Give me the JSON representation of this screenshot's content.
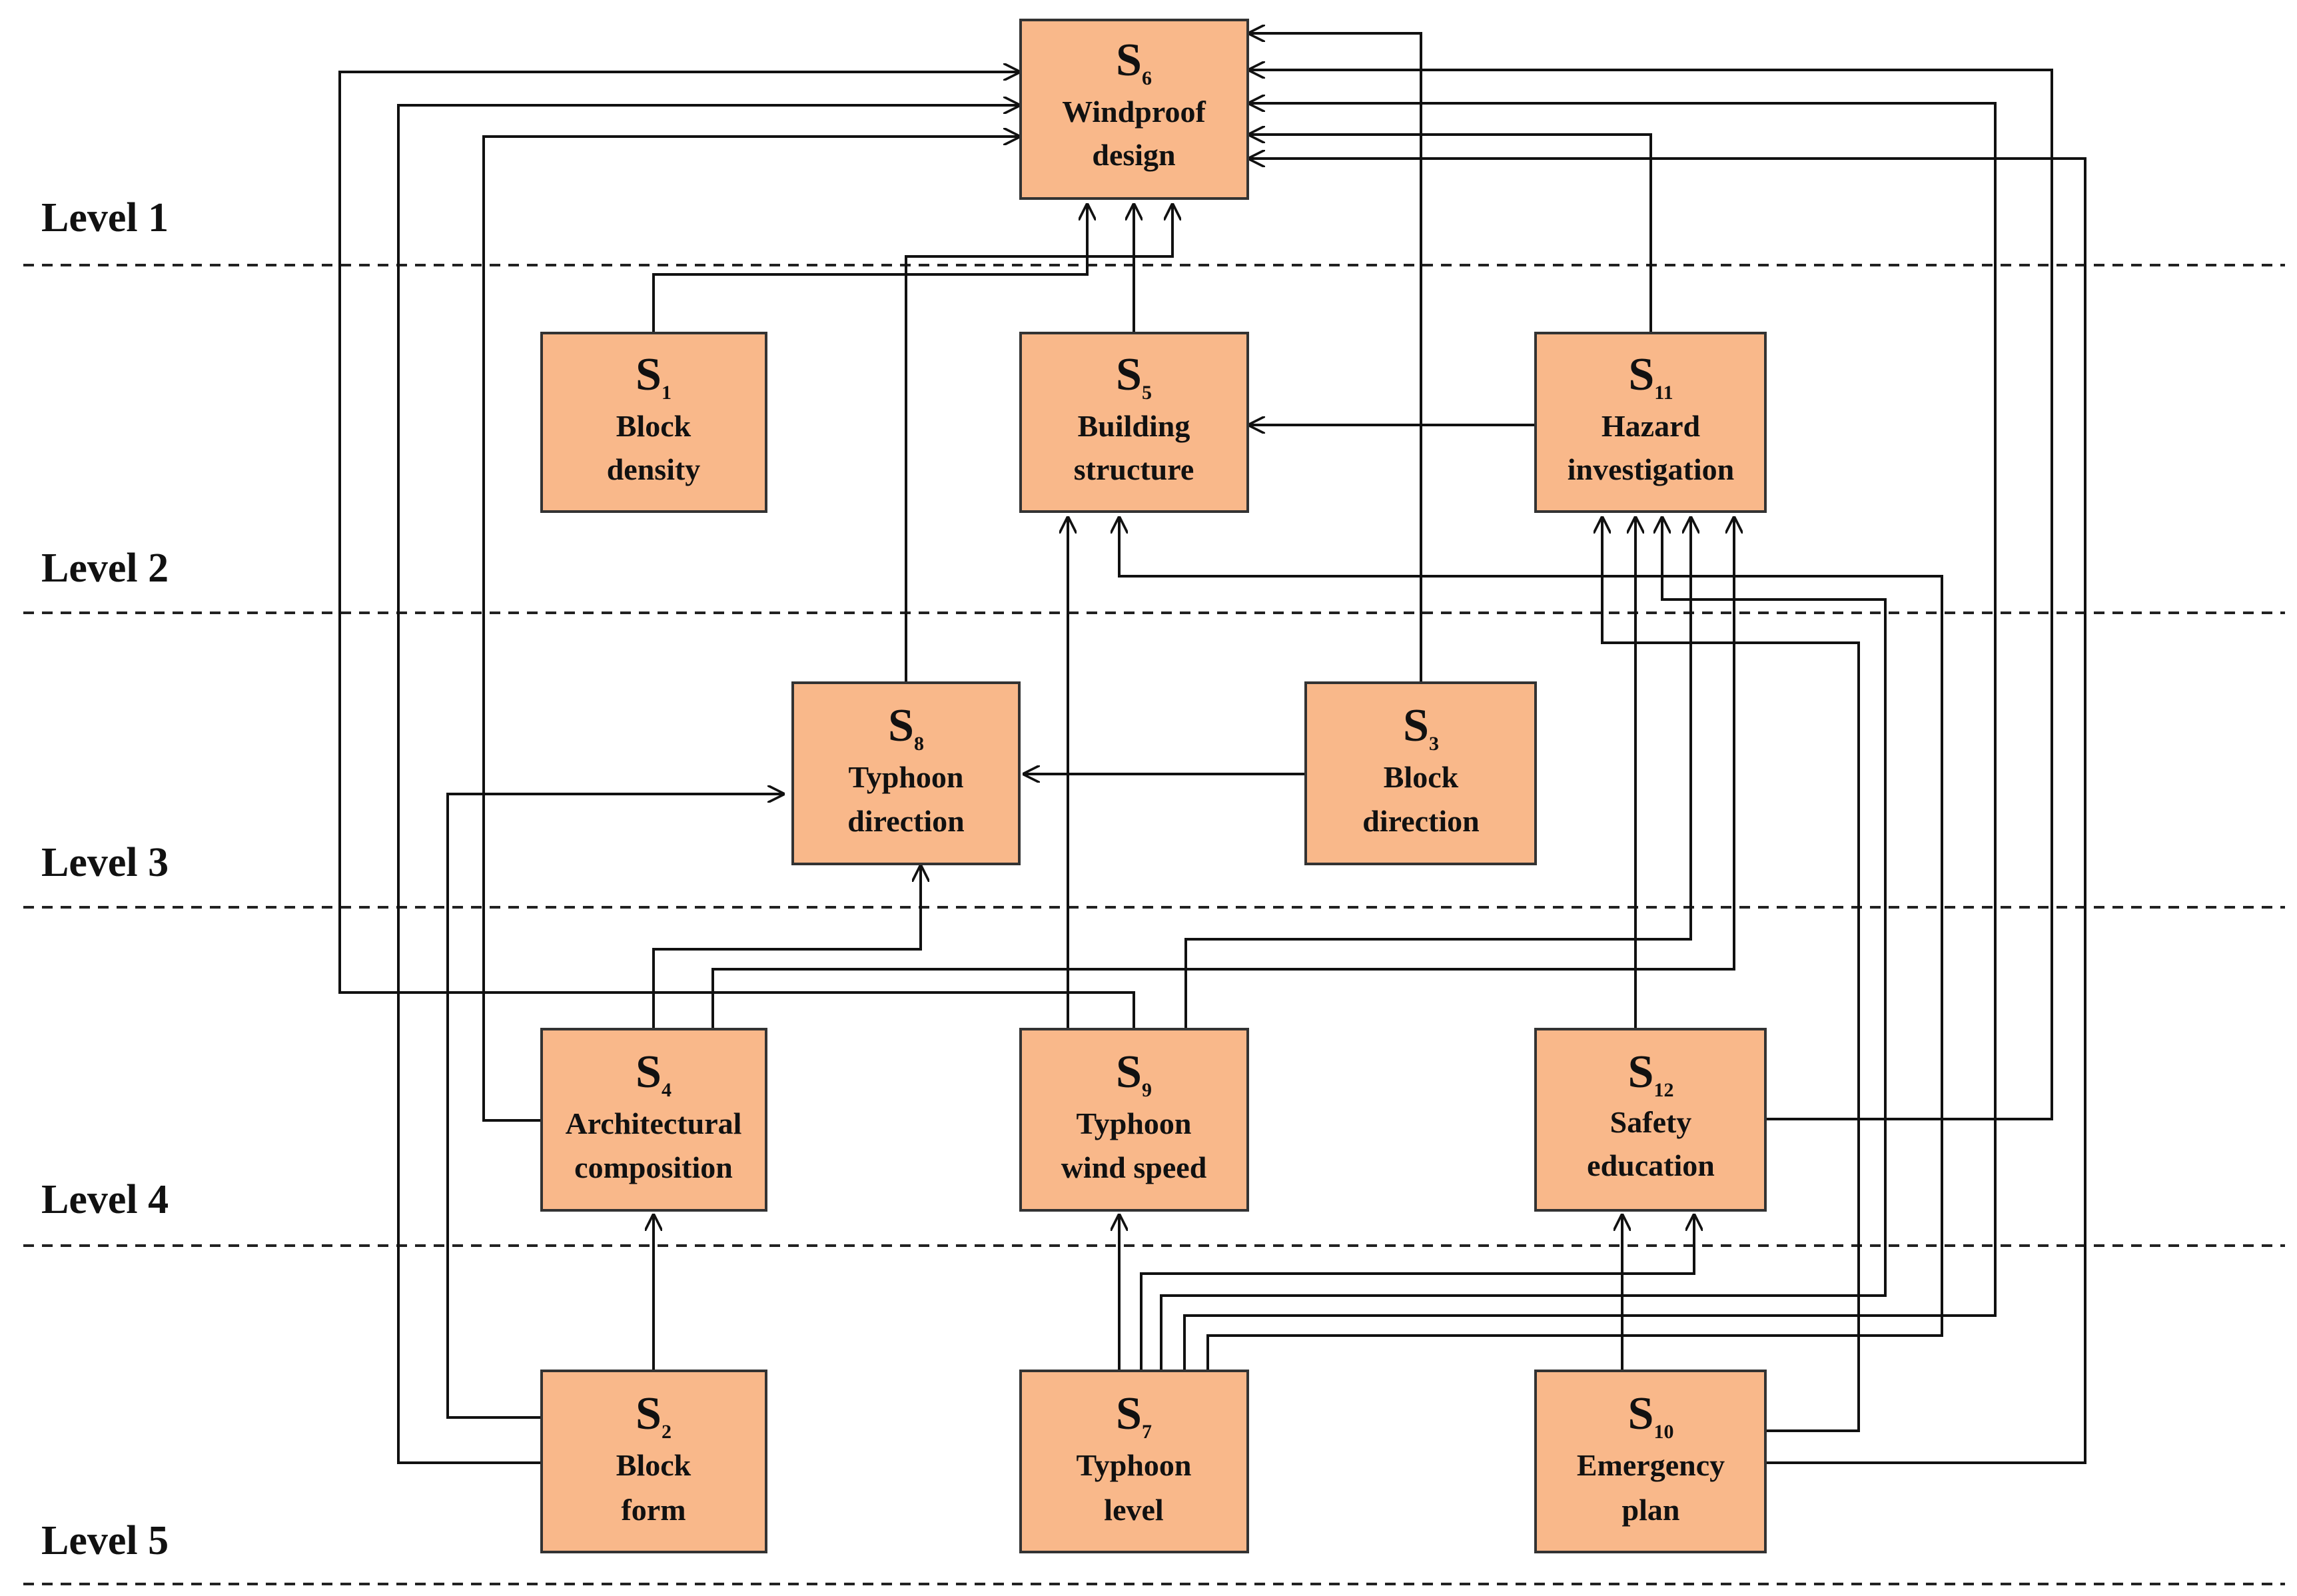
{
  "levels": [
    "Level 1",
    "Level 2",
    "Level 3",
    "Level 4",
    "Level 5"
  ],
  "nodes": {
    "s6": {
      "id": "S",
      "sub": "6",
      "line1": "Windproof",
      "line2": "design"
    },
    "s1": {
      "id": "S",
      "sub": "1",
      "line1": "Block",
      "line2": "density"
    },
    "s5": {
      "id": "S",
      "sub": "5",
      "line1": "Building",
      "line2": "structure"
    },
    "s11": {
      "id": "S",
      "sub": "11",
      "line1": "Hazard",
      "line2": "investigation"
    },
    "s8": {
      "id": "S",
      "sub": "8",
      "line1": "Typhoon",
      "line2": "direction"
    },
    "s3": {
      "id": "S",
      "sub": "3",
      "line1": "Block",
      "line2": "direction"
    },
    "s4": {
      "id": "S",
      "sub": "4",
      "line1": "Architectural",
      "line2": "composition"
    },
    "s9": {
      "id": "S",
      "sub": "9",
      "line1": "Typhoon",
      "line2": "wind speed"
    },
    "s12": {
      "id": "S",
      "sub": "12",
      "line1": "Safety",
      "line2": "education"
    },
    "s2": {
      "id": "S",
      "sub": "2",
      "line1": "Block",
      "line2": "form"
    },
    "s7": {
      "id": "S",
      "sub": "7",
      "line1": "Typhoon",
      "line2": "level"
    },
    "s10": {
      "id": "S",
      "sub": "10",
      "line1": "Emergency",
      "line2": "plan"
    }
  },
  "colors": {
    "node_fill": "#f9b88a",
    "node_stroke": "#333333",
    "line": "#111111"
  }
}
